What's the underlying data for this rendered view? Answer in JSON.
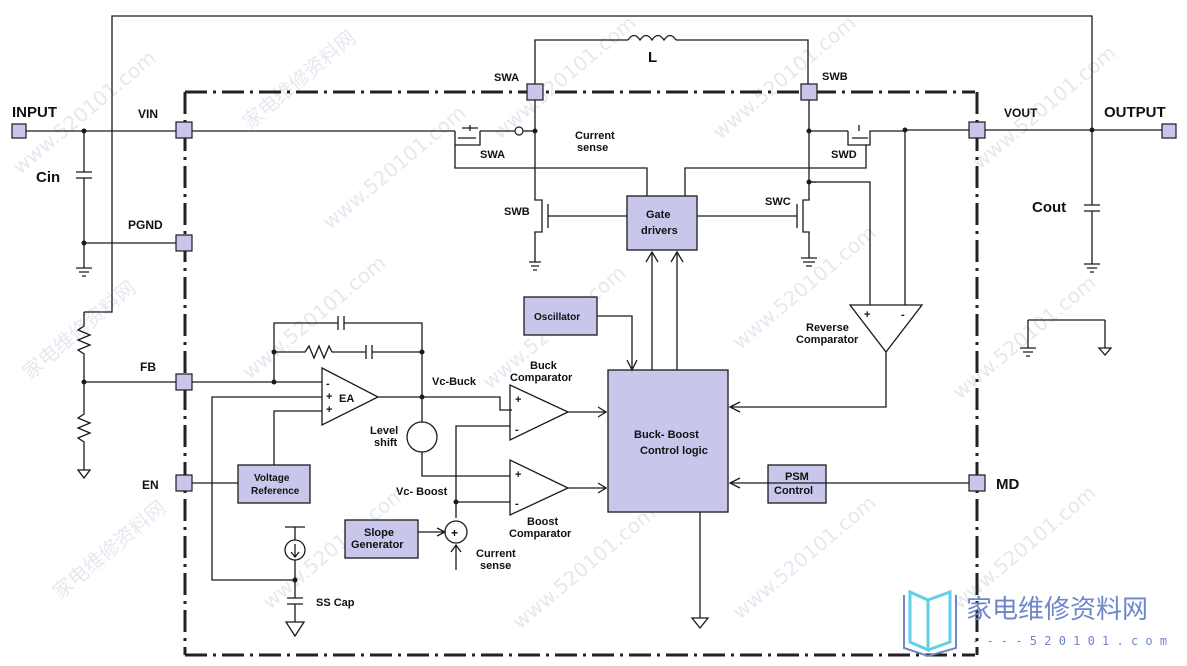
{
  "labels": {
    "input": "INPUT",
    "output": "OUTPUT",
    "vin": "VIN",
    "vout": "VOUT",
    "cin": "Cin",
    "cout": "Cout",
    "pgnd": "PGND",
    "fb": "FB",
    "en": "EN",
    "md": "MD",
    "inductor": "L",
    "swa_pin": "SWA",
    "swb_pin": "SWB",
    "swa_fet": "SWA",
    "swb_fet": "SWB",
    "swc_fet": "SWC",
    "swd_fet": "SWD",
    "current_sense_top_1": "Current",
    "current_sense_top_2": "sense",
    "gate_drivers_1": "Gate",
    "gate_drivers_2": "drivers",
    "oscillator": "Oscillator",
    "reverse_comparator_1": "Reverse",
    "reverse_comparator_2": "Comparator",
    "ea": "EA",
    "vc_buck": "Vc-Buck",
    "vc_boost": "Vc- Boost",
    "level_shift_1": "Level",
    "level_shift_2": "shift",
    "buck_comparator_1": "Buck",
    "buck_comparator_2": "Comparator",
    "boost_comparator_1": "Boost",
    "boost_comparator_2": "Comparator",
    "control_logic_1": "Buck-   Boost",
    "control_logic_2": "Control logic",
    "voltage_reference_1": "Voltage",
    "voltage_reference_2": "Reference",
    "psm_control_1": "PSM",
    "psm_control_2": "Control",
    "slope_generator_1": "Slope",
    "slope_generator_2": "Generator",
    "current_sense_bottom_1": "Current",
    "current_sense_bottom_2": "sense",
    "ss_cap": "SS Cap",
    "plus": "+",
    "minus": "-"
  },
  "watermark": {
    "text": "家电维修资料网",
    "url": "www.520101.com",
    "logo_text": "家电维修资料网",
    "logo_url": "- - - - 5 2 0 1 0 1 . c o m"
  },
  "colors": {
    "block_fill": "#c9c6ec",
    "line": "#1a1a1a",
    "logo_blue": "#6f86c8",
    "logo_cyan": "#5fd0e6"
  }
}
